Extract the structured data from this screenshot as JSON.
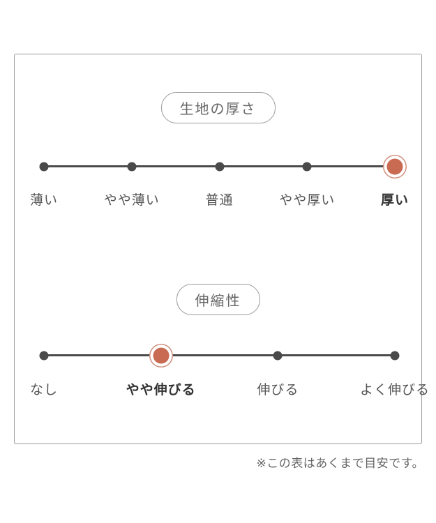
{
  "colors": {
    "accent": "#c96a53",
    "accent_ring": "#d08f7e",
    "line": "#4a4a4a",
    "border": "#9b9b9b",
    "label": "#555555",
    "title": "#666666"
  },
  "scales": [
    {
      "title": "生地の厚さ",
      "options": [
        "薄い",
        "やや薄い",
        "普通",
        "やや厚い",
        "厚い"
      ],
      "selected_index": 4,
      "selected_label": "厚い"
    },
    {
      "title": "伸縮性",
      "options": [
        "なし",
        "やや伸びる",
        "伸びる",
        "よく伸びる"
      ],
      "selected_index": 1,
      "selected_label": "やや伸びる"
    }
  ],
  "footnote": "※この表はあくまで目安です。"
}
